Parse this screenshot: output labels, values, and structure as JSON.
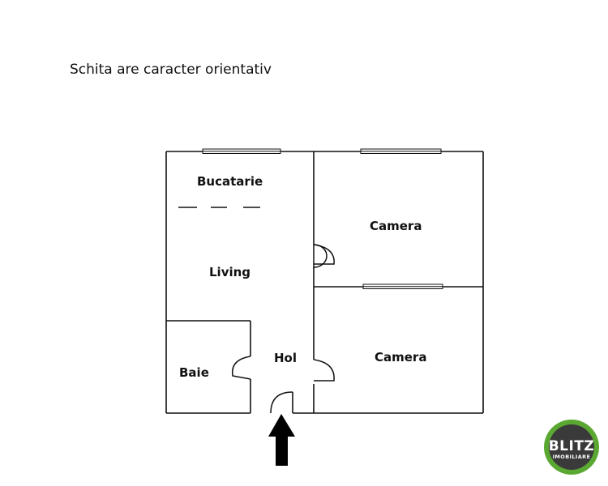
{
  "note": "Schita are caracter orientativ",
  "rooms": {
    "bucatarie": "Bucatarie",
    "living": "Living",
    "camera_1": "Camera",
    "camera_2": "Camera",
    "baie": "Baie",
    "hol": "Hol"
  },
  "logo": {
    "name": "BLITZ",
    "subtitle": "IMOBILIARE",
    "ring_color": "#5aa832",
    "disc_color": "#3a3a3a"
  },
  "colors": {
    "wall": "#111111",
    "background": "#ffffff"
  }
}
